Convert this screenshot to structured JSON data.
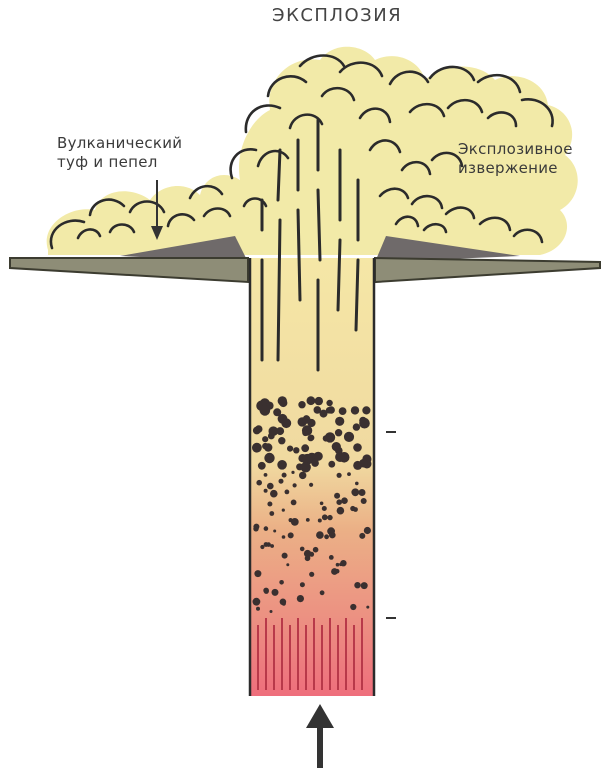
{
  "title": "ЭКСПЛОЗИЯ",
  "labels": {
    "tuff_line1": "Вулканический",
    "tuff_line2": "туф и пепел",
    "eruption_line1": "Эксплозивное",
    "eruption_line2": "извержение"
  },
  "colors": {
    "cloud": "#f2eaa8",
    "cloud_outline": "#2b2b2b",
    "ground": "#8e8d77",
    "tuff_deposit": "#6f6a6a",
    "conduit_top": "#f5e6a4",
    "conduit_mid": "#e9a07a",
    "conduit_bottom": "#ee6e7c",
    "arrow": "#3a3a3a"
  },
  "icons": [
    "up-arrow-icon",
    "down-arrow-icon"
  ]
}
